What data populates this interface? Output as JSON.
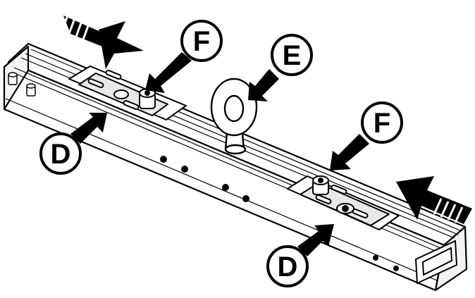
{
  "callouts": {
    "f_top": "F",
    "e": "E",
    "f_right": "F",
    "d_left": "D",
    "d_bottom": "D"
  },
  "colors": {
    "ink": "#000000",
    "paper": "#ffffff",
    "shade": "#d9d9d9"
  }
}
